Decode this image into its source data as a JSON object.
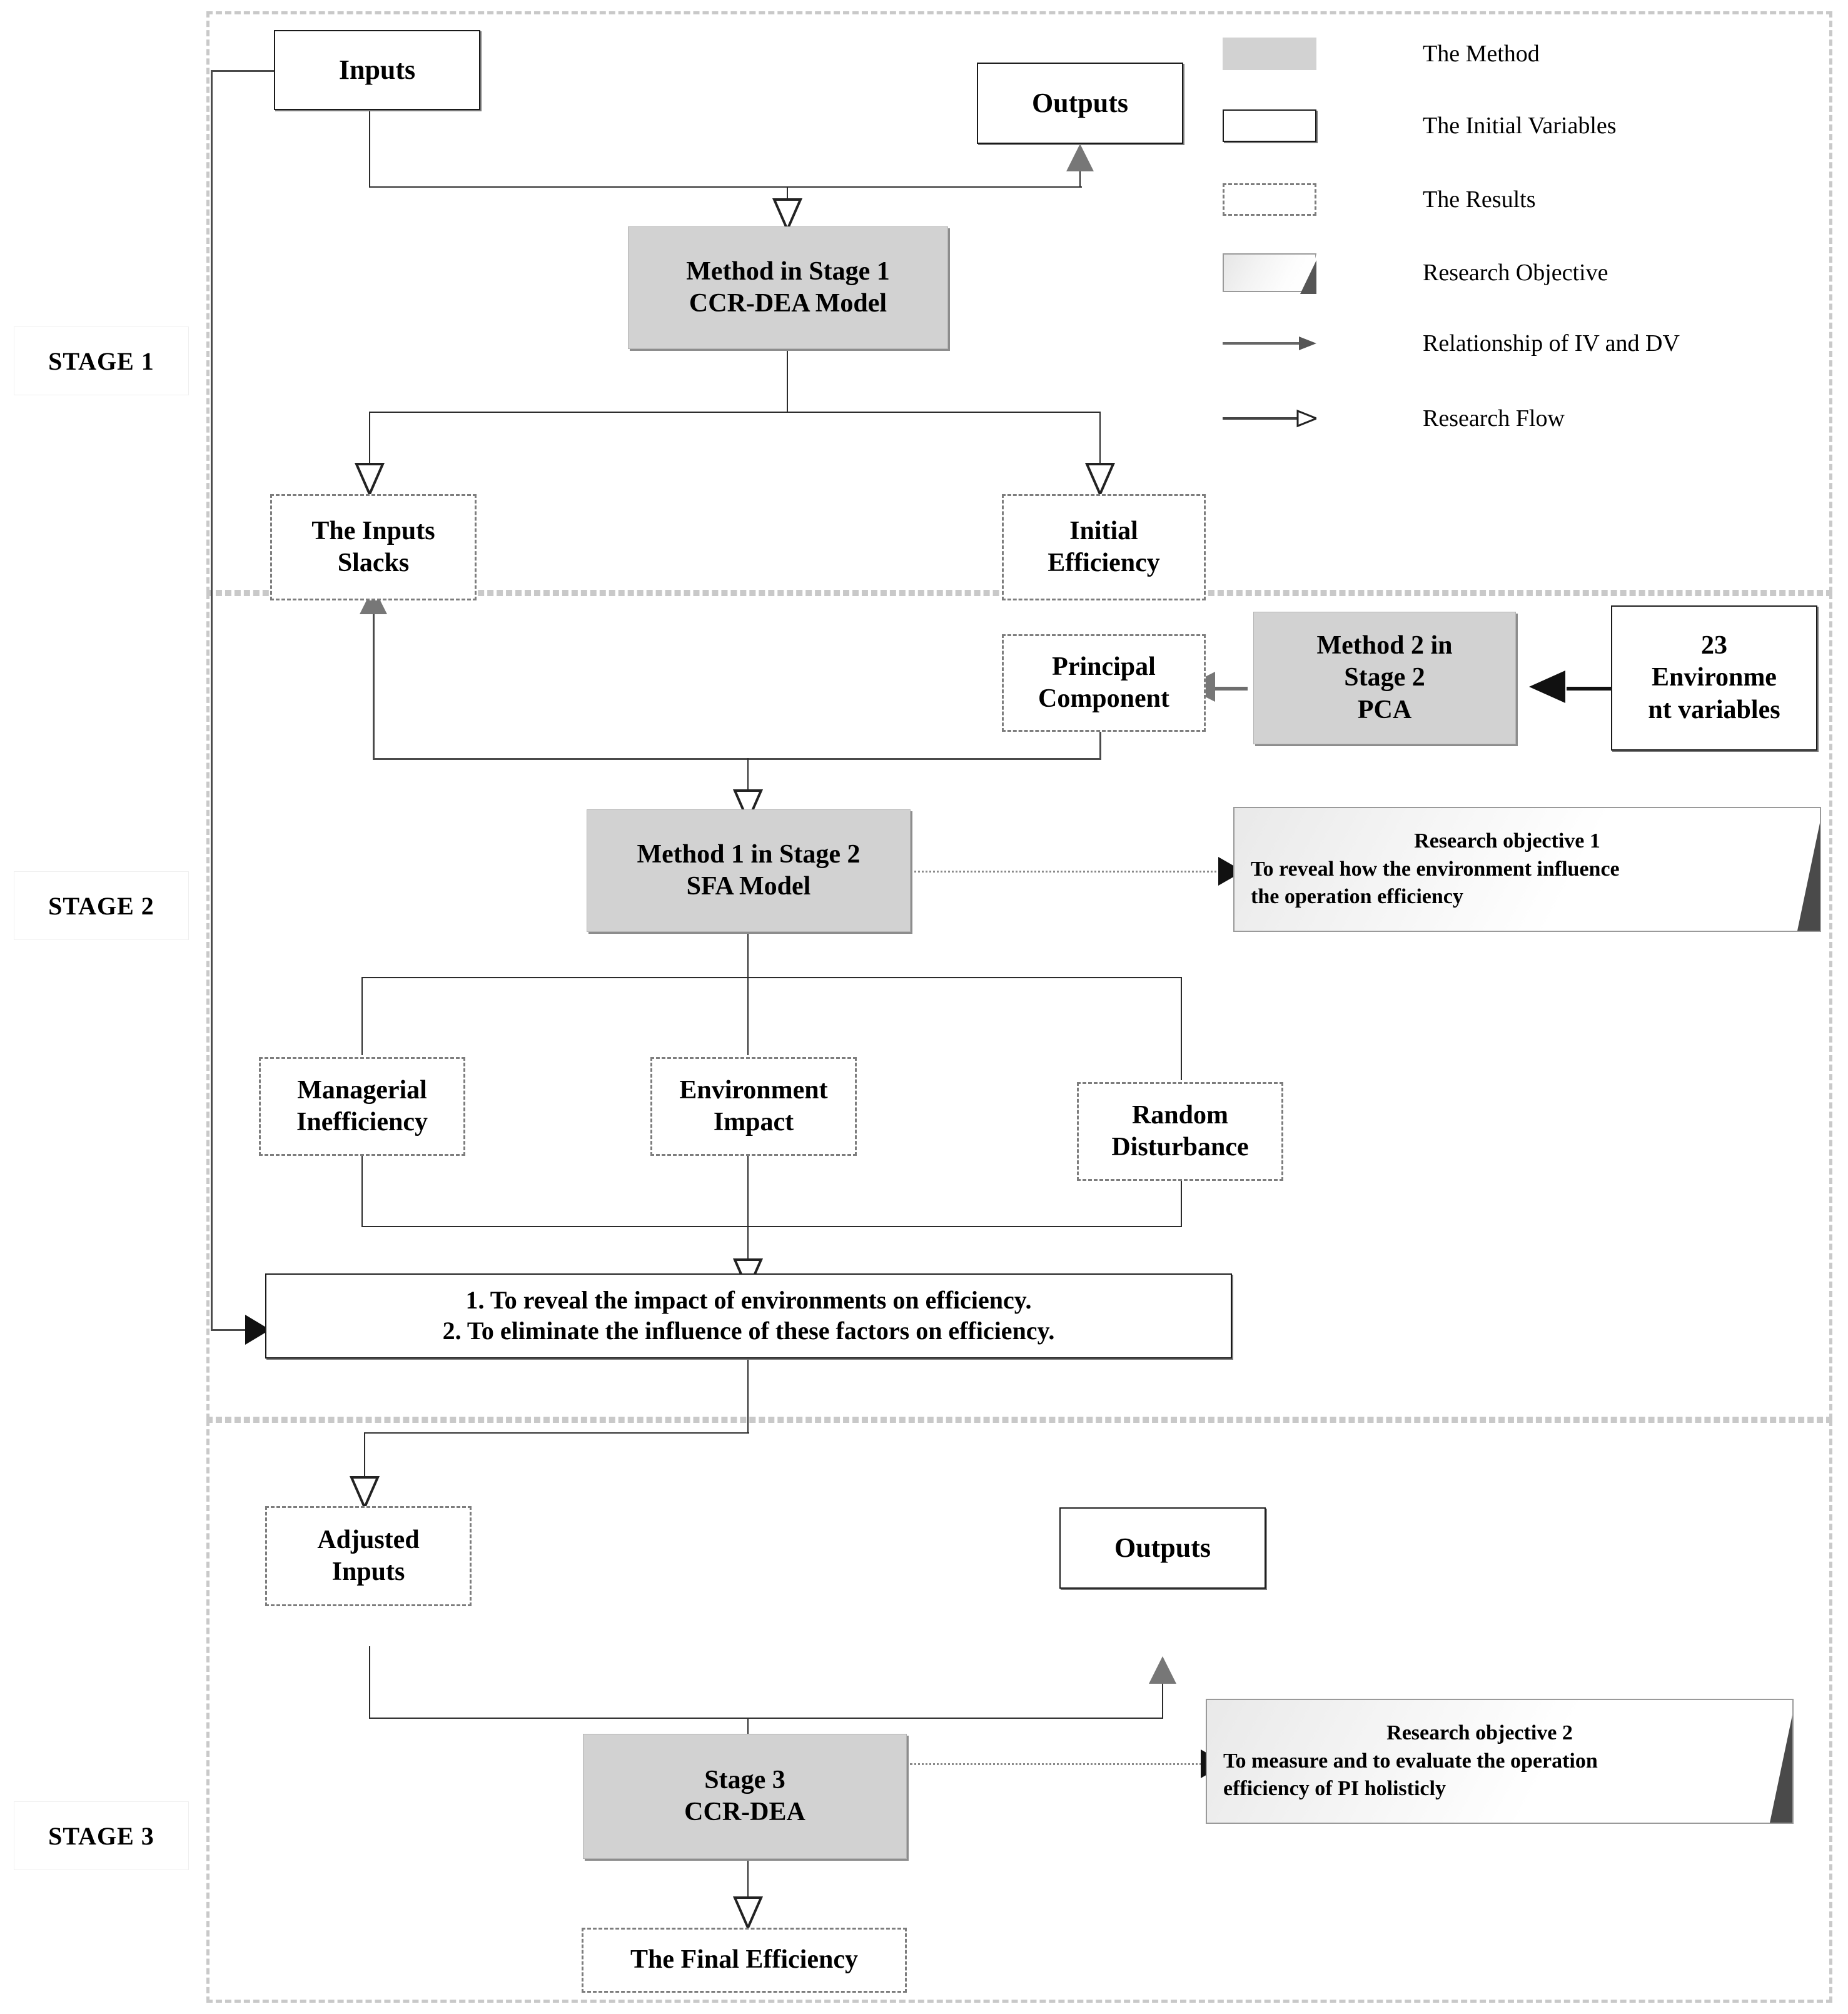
{
  "stages": [
    {
      "id": "stage1",
      "label": "STAGE 1"
    },
    {
      "id": "stage2",
      "label": "STAGE 2"
    },
    {
      "id": "stage3",
      "label": "STAGE 3"
    }
  ],
  "legend": {
    "items": [
      {
        "key": "method",
        "swatch": "filled-grey-rectangle",
        "label": "The Method"
      },
      {
        "key": "initial",
        "swatch": "solid-outline-rectangle",
        "label": "The Initial Variables"
      },
      {
        "key": "results",
        "swatch": "dashed-outline-rectangle",
        "label": "The Results"
      },
      {
        "key": "objective",
        "swatch": "folded-corner-rectangle",
        "label": "Research Objective"
      },
      {
        "key": "relationship",
        "swatch": "solid-arrow",
        "label": "Relationship of IV and DV"
      },
      {
        "key": "flow",
        "swatch": "hollow-arrow",
        "label": "Research Flow"
      }
    ]
  },
  "nodes": {
    "inputs": {
      "lines": [
        "Inputs"
      ],
      "kind": "initial-variable"
    },
    "outputs_s1": {
      "lines": [
        "Outputs"
      ],
      "kind": "initial-variable"
    },
    "method_s1": {
      "lines": [
        "Method in Stage 1",
        "CCR-DEA Model"
      ],
      "kind": "method"
    },
    "inputs_slacks": {
      "lines": [
        "The Inputs",
        "Slacks"
      ],
      "kind": "result"
    },
    "initial_efficiency": {
      "lines": [
        "Initial",
        "Efficiency"
      ],
      "kind": "result"
    },
    "principal_component": {
      "lines": [
        "Principal",
        "Component"
      ],
      "kind": "result"
    },
    "method2_s2": {
      "lines": [
        "Method 2 in",
        "Stage  2",
        "PCA"
      ],
      "kind": "method"
    },
    "env_variables": {
      "lines": [
        "23",
        "Environme",
        "nt variables"
      ],
      "kind": "initial-variable"
    },
    "method1_s2": {
      "lines": [
        "Method 1 in Stage 2",
        "SFA Model"
      ],
      "kind": "method"
    },
    "managerial": {
      "lines": [
        "Managerial",
        "Inefficiency"
      ],
      "kind": "result"
    },
    "environment_impact": {
      "lines": [
        "Environment",
        "Impact"
      ],
      "kind": "result"
    },
    "random_disturbance": {
      "lines": [
        "Random",
        "Disturbance"
      ],
      "kind": "result"
    },
    "summary": {
      "lines": [
        "1. To reveal the impact of environments on efficiency.",
        "2. To eliminate the influence of these factors on efficiency."
      ],
      "kind": "initial-variable"
    },
    "adjusted_inputs": {
      "lines": [
        "Adjusted",
        "Inputs"
      ],
      "kind": "result"
    },
    "outputs_s3": {
      "lines": [
        "Outputs"
      ],
      "kind": "initial-variable"
    },
    "method_s3": {
      "lines": [
        "Stage 3",
        "CCR-DEA"
      ],
      "kind": "method"
    },
    "final_efficiency": {
      "lines": [
        "The Final Efficiency"
      ],
      "kind": "result"
    }
  },
  "objectives": {
    "ro1": {
      "title": "Research objective 1",
      "body1": "To reveal how the environment influence",
      "body2": "the operation efficiency"
    },
    "ro2": {
      "title": "Research objective 2",
      "body1": "To measure and to evaluate the operation",
      "body2": "efficiency of PI  holisticly"
    }
  },
  "colors": {
    "method_fill": "#d2d2d2",
    "stage_border": "#c9c9c9",
    "result_border": "#7d7d7d",
    "line": "#4a4a4a"
  }
}
